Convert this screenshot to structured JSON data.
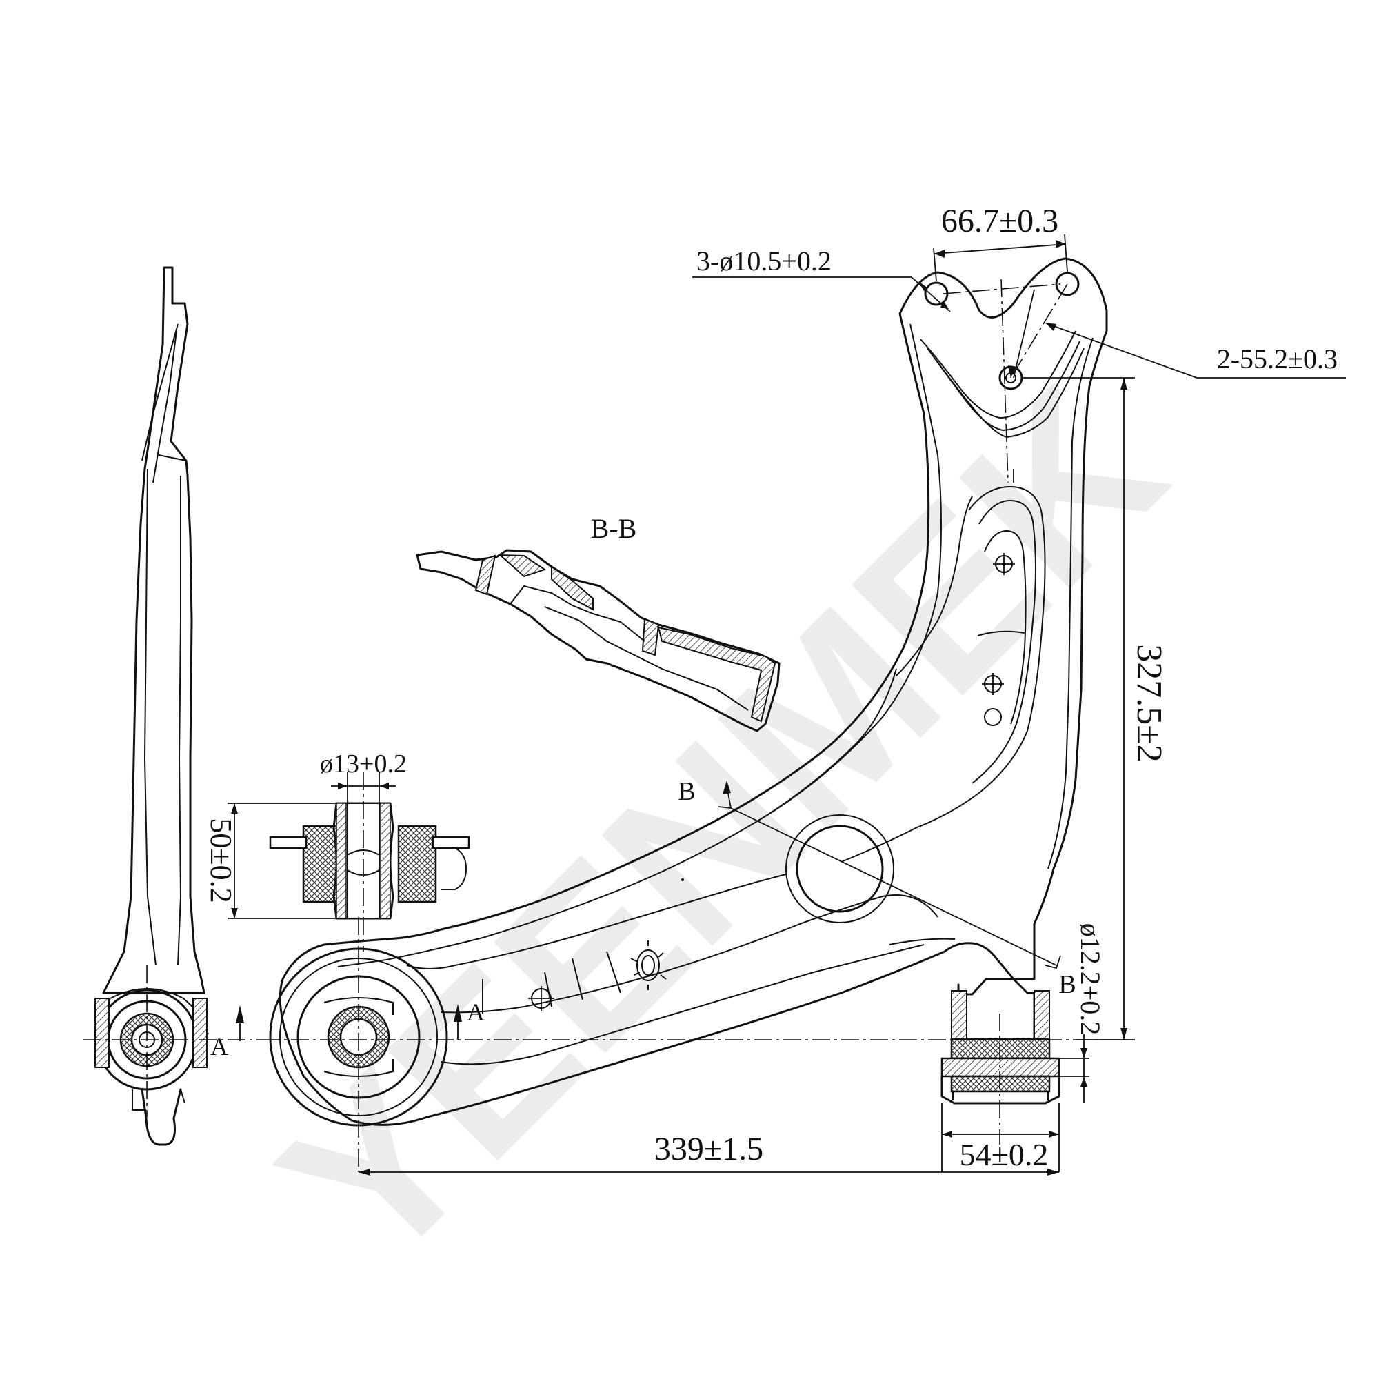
{
  "watermark": "YEENMEK",
  "section_label": "B-B",
  "dimensions": {
    "bolt_spacing": "66.7±0.3",
    "bolt_holes": "3-ø10.5+0.2",
    "hole_spacing": "2-55.2±0.3",
    "height": "327.5±2",
    "rear_bushing_bore": "ø12.2+0.2",
    "length": "339±1.5",
    "rear_bushing_width": "54±0.2",
    "front_bushing_bore": "ø13+0.2",
    "front_bushing_length": "50±0.2"
  },
  "markers": {
    "a": "A",
    "b": "B"
  }
}
